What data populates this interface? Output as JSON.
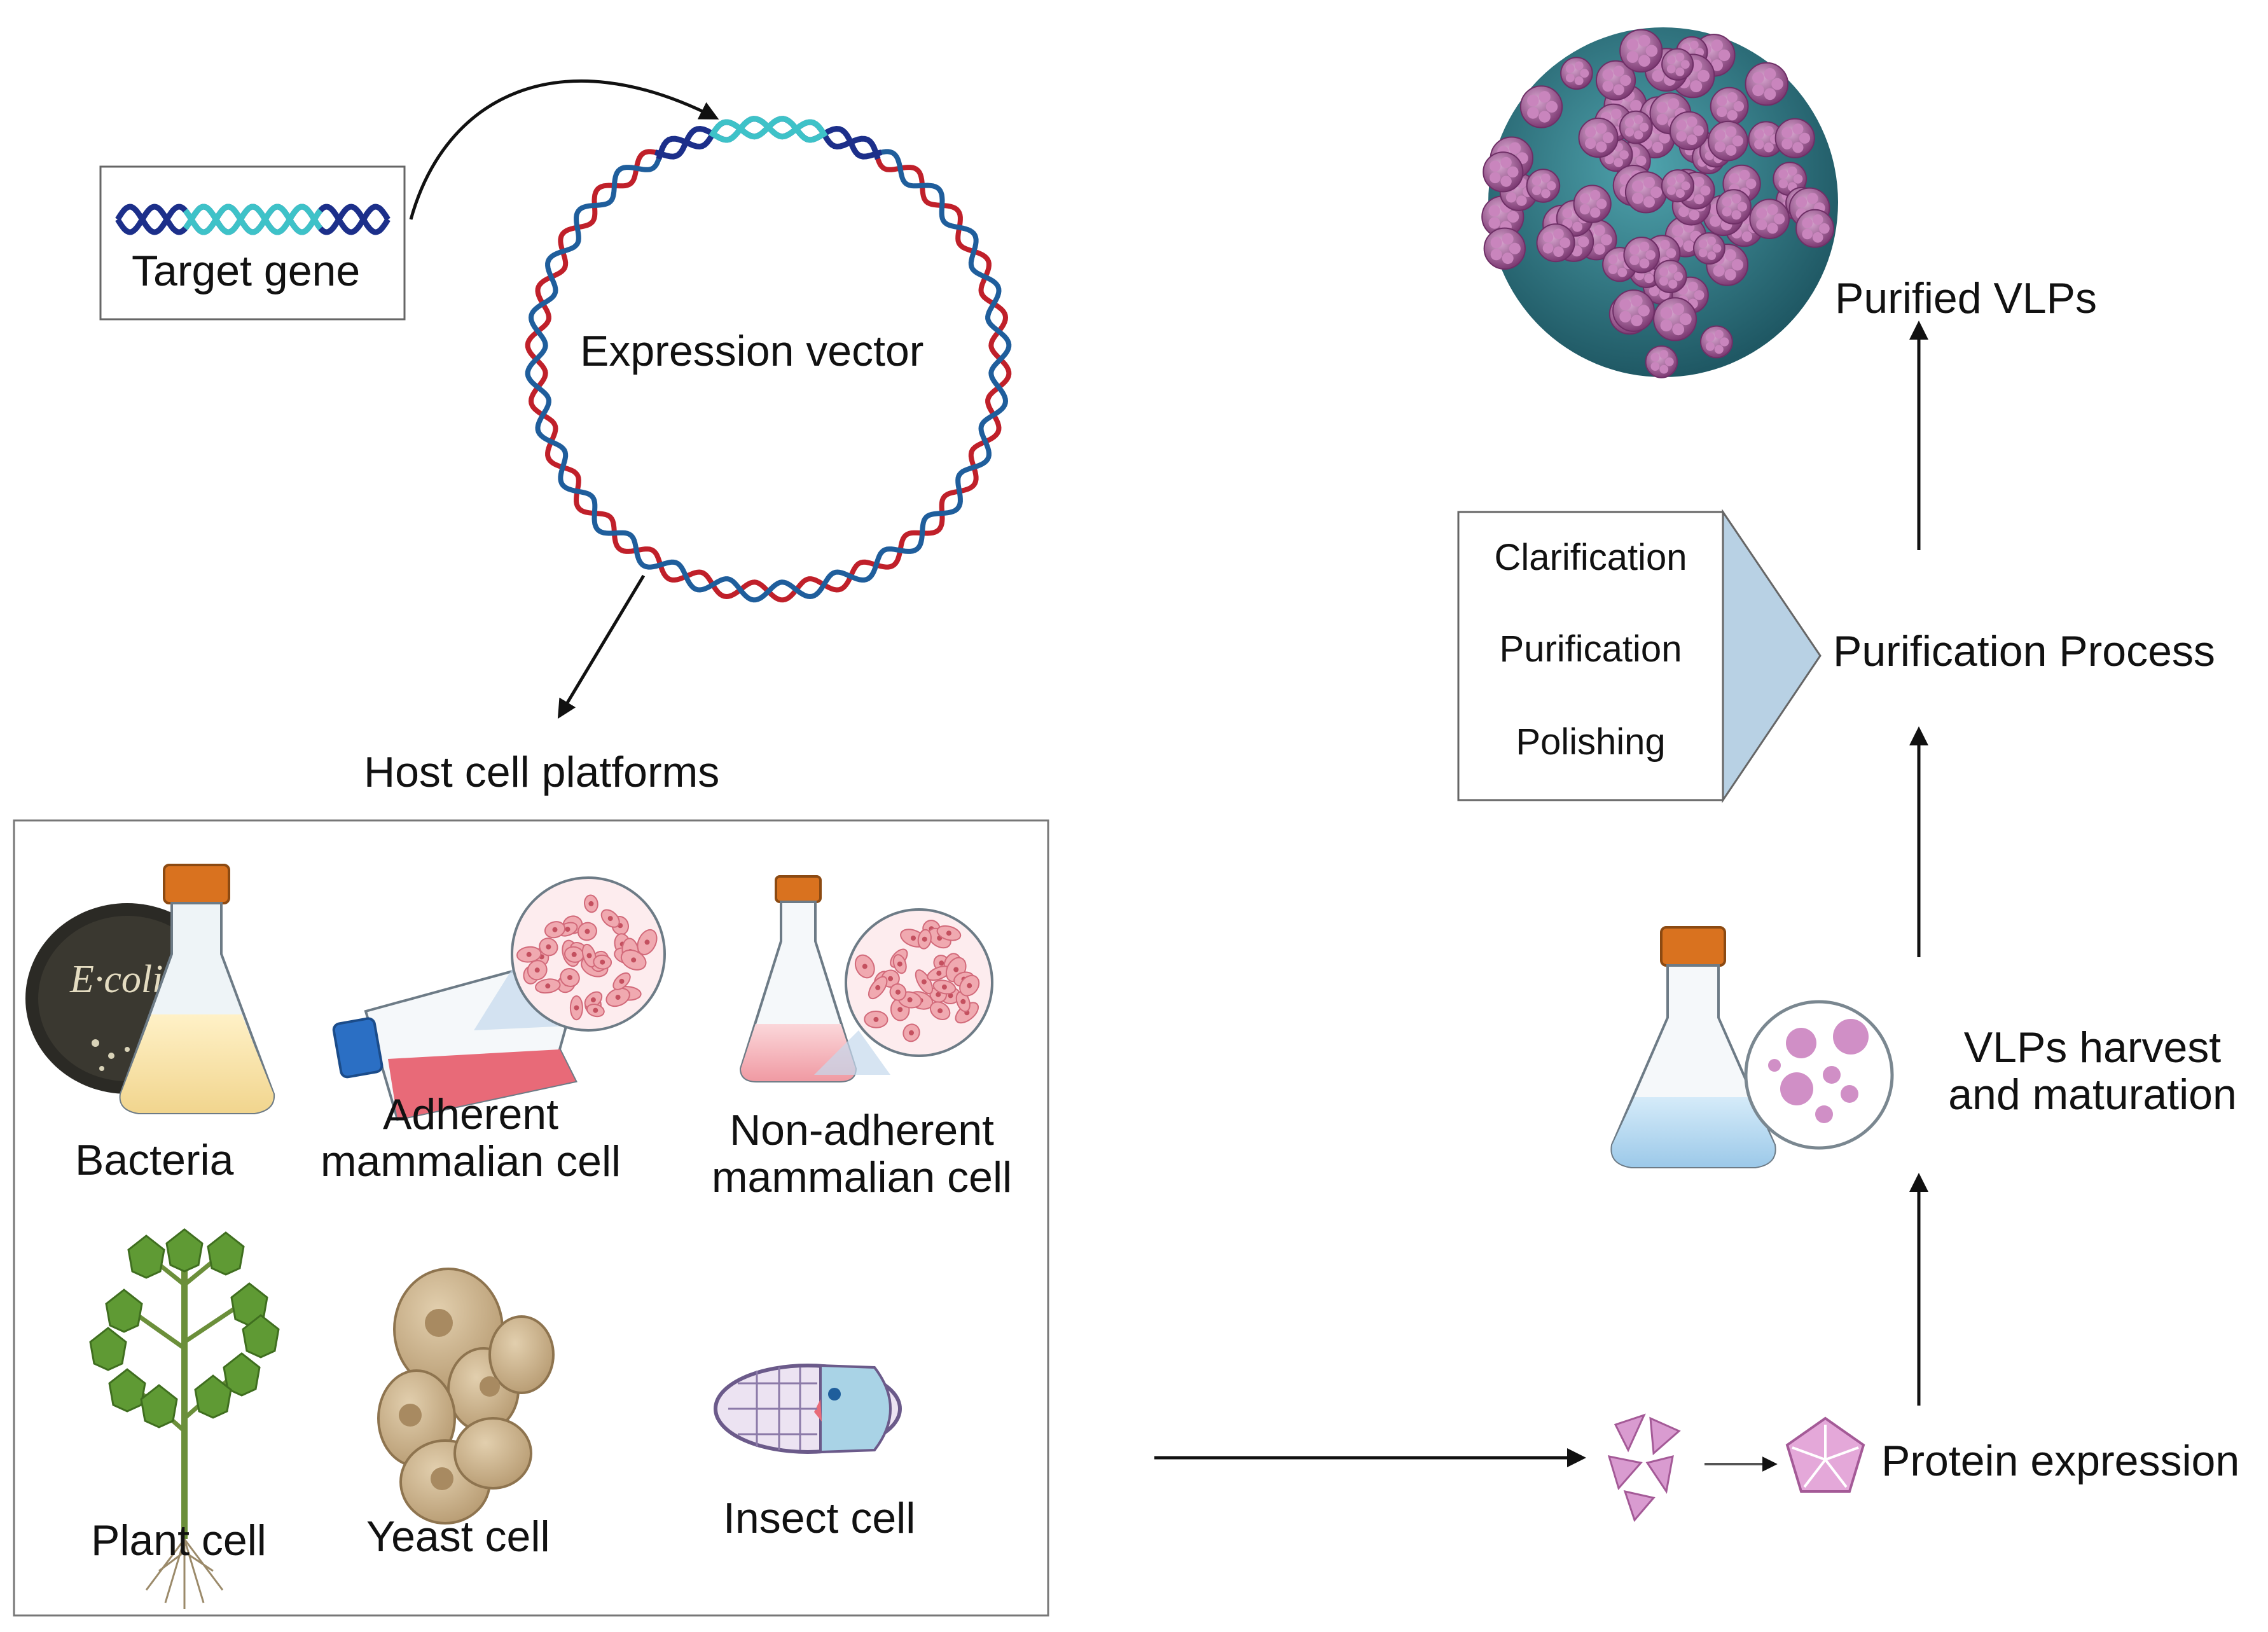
{
  "labels": {
    "target_gene": "Target gene",
    "expression_vector": "Expression vector",
    "host_cell_platforms": "Host cell platforms",
    "purified_vlps": "Purified VLPs",
    "purification_process": "Purification Process",
    "vlps_harvest_line1": "VLPs harvest",
    "vlps_harvest_line2": "and maturation",
    "protein_expression": "Protein expression"
  },
  "purification_steps": [
    "Clarification",
    "Purification",
    "Polishing"
  ],
  "hosts": {
    "bacteria": "Bacteria",
    "adherent_line1": "Adherent",
    "adherent_line2": "mammalian cell",
    "nonadherent_line1": "Non-adherent",
    "nonadherent_line2": "mammalian cell",
    "plant": "Plant cell",
    "yeast": "Yeast cell",
    "insect": "Insect cell"
  },
  "icons": {
    "ecoli_plate_text": "E·coli"
  },
  "colors": {
    "dna_red": "#c0202a",
    "dna_blue": "#1f5e9c",
    "gene_dark": "#1c2f8a",
    "gene_teal": "#3ec2c8",
    "vlp_teal": "#2e7a86",
    "vlp_purple": "#a45a97",
    "flask_cap": "#d9721f",
    "mammal_pink": "#f0a9b0",
    "chevron": "#b8d1e4"
  }
}
